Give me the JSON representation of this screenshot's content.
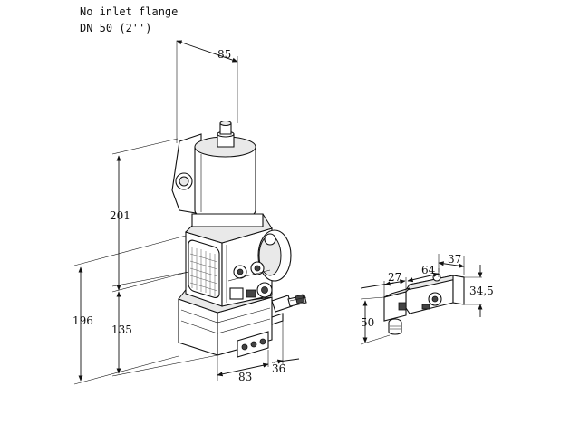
{
  "notes": {
    "line1": "No inlet flange",
    "line2": "DN 50 (2'')"
  },
  "dimensions": {
    "d85": "85",
    "d201": "201",
    "d196": "196",
    "d135": "135",
    "d83": "83",
    "d36": "36",
    "d27": "27",
    "d64": "64",
    "d37": "37",
    "d34_5": "34,5",
    "d50": "50"
  }
}
